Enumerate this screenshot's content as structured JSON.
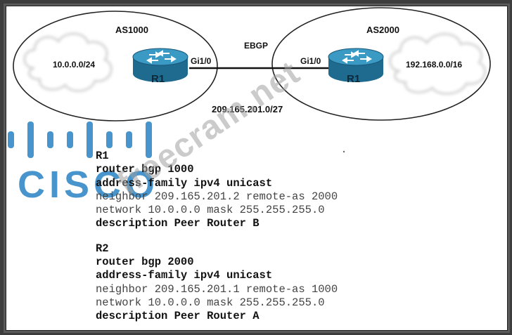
{
  "colors": {
    "router_fill": "#1f6b8f",
    "router_top": "#3a9ac4",
    "logo_blue": "#2f86c6",
    "watermark": "#a0a0a0"
  },
  "topology": {
    "left_as": {
      "name": "AS1000",
      "network": "10.0.0.0/24"
    },
    "right_as": {
      "name": "AS2000",
      "network": "192.168.0.0/16"
    },
    "r1": {
      "label": "R1",
      "port": "Gi1/0"
    },
    "r2": {
      "label": "R1",
      "port": "Gi1/0"
    },
    "link_protocol": "EBGP",
    "link_subnet": "209.165.201.0/27"
  },
  "config": {
    "r1": {
      "heading": "R1",
      "lines": [
        {
          "text": "router bgp 1000",
          "bold": true
        },
        {
          "text": "address-family ipv4 unicast",
          "bold": true
        },
        {
          "text": "neighbor 209.165.201.2 remote-as 2000",
          "bold": false
        },
        {
          "text": "network 10.0.0.0 mask 255.255.255.0",
          "bold": false
        },
        {
          "text": "description Peer Router B",
          "bold": true
        }
      ]
    },
    "r2": {
      "heading": "R2",
      "lines": [
        {
          "text": "router bgp 2000",
          "bold": true
        },
        {
          "text": "address-family ipv4 unicast",
          "bold": true
        },
        {
          "text": "neighbor 209.165.201.1 remote-as 1000",
          "bold": false
        },
        {
          "text": "network 10.0.0.0 mask 255.255.255.0",
          "bold": false
        },
        {
          "text": "description Peer Router A",
          "bold": true
        }
      ]
    }
  },
  "logo": {
    "text": "CISCO"
  },
  "watermark": {
    "text": "freecram.net"
  }
}
